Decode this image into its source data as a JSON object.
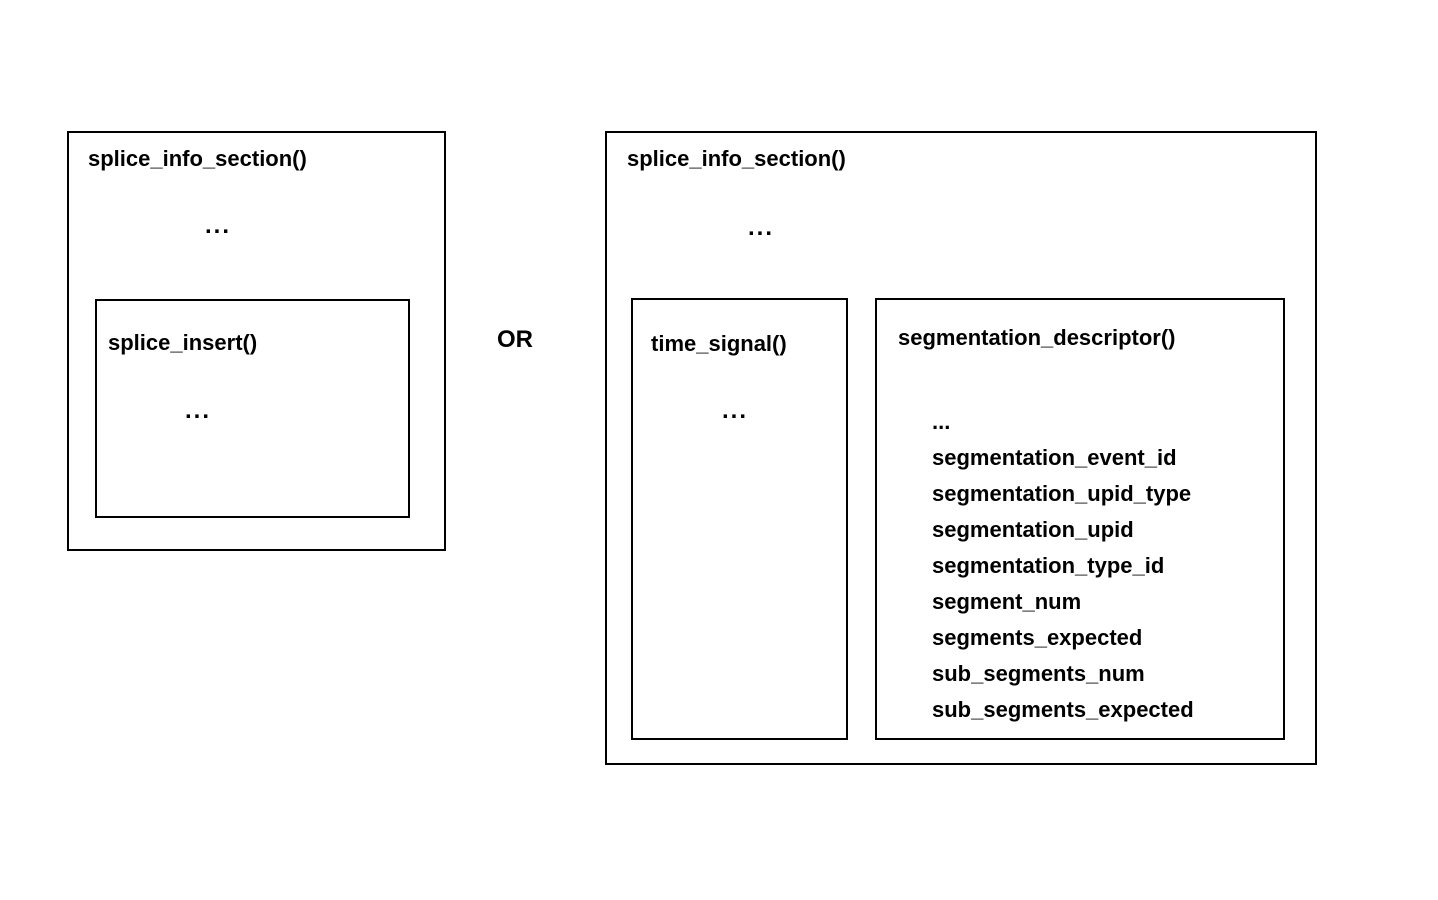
{
  "diagram": {
    "or_label": "OR",
    "ellipsis": "...",
    "colors": {
      "border": "#000000",
      "background": "#ffffff",
      "text": "#000000"
    },
    "left_structure": {
      "title": "splice_info_section()",
      "inner": {
        "title": "splice_insert()"
      }
    },
    "right_structure": {
      "title": "splice_info_section()",
      "time_signal": {
        "title": "time_signal()"
      },
      "descriptor": {
        "title": "segmentation_descriptor()",
        "fields": [
          "...",
          "segmentation_event_id",
          "segmentation_upid_type",
          "segmentation_upid",
          "segmentation_type_id",
          "segment_num",
          "segments_expected",
          "sub_segments_num",
          "sub_segments_expected"
        ]
      }
    }
  }
}
